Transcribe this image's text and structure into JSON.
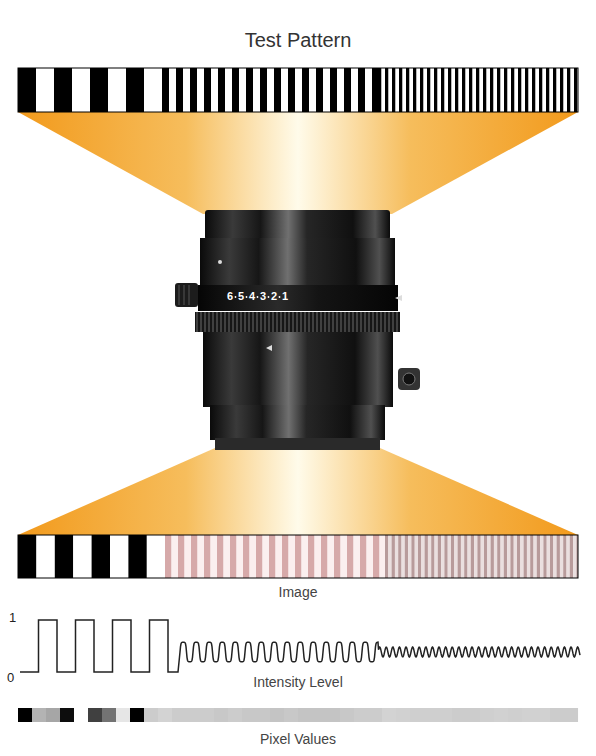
{
  "diagram": {
    "title": "Test Pattern",
    "labels": [
      "Image",
      "1",
      "0",
      "Intensity Level",
      "Pixel Values",
      "6",
      "5",
      "4",
      "3",
      "2",
      "1"
    ]
  }
}
